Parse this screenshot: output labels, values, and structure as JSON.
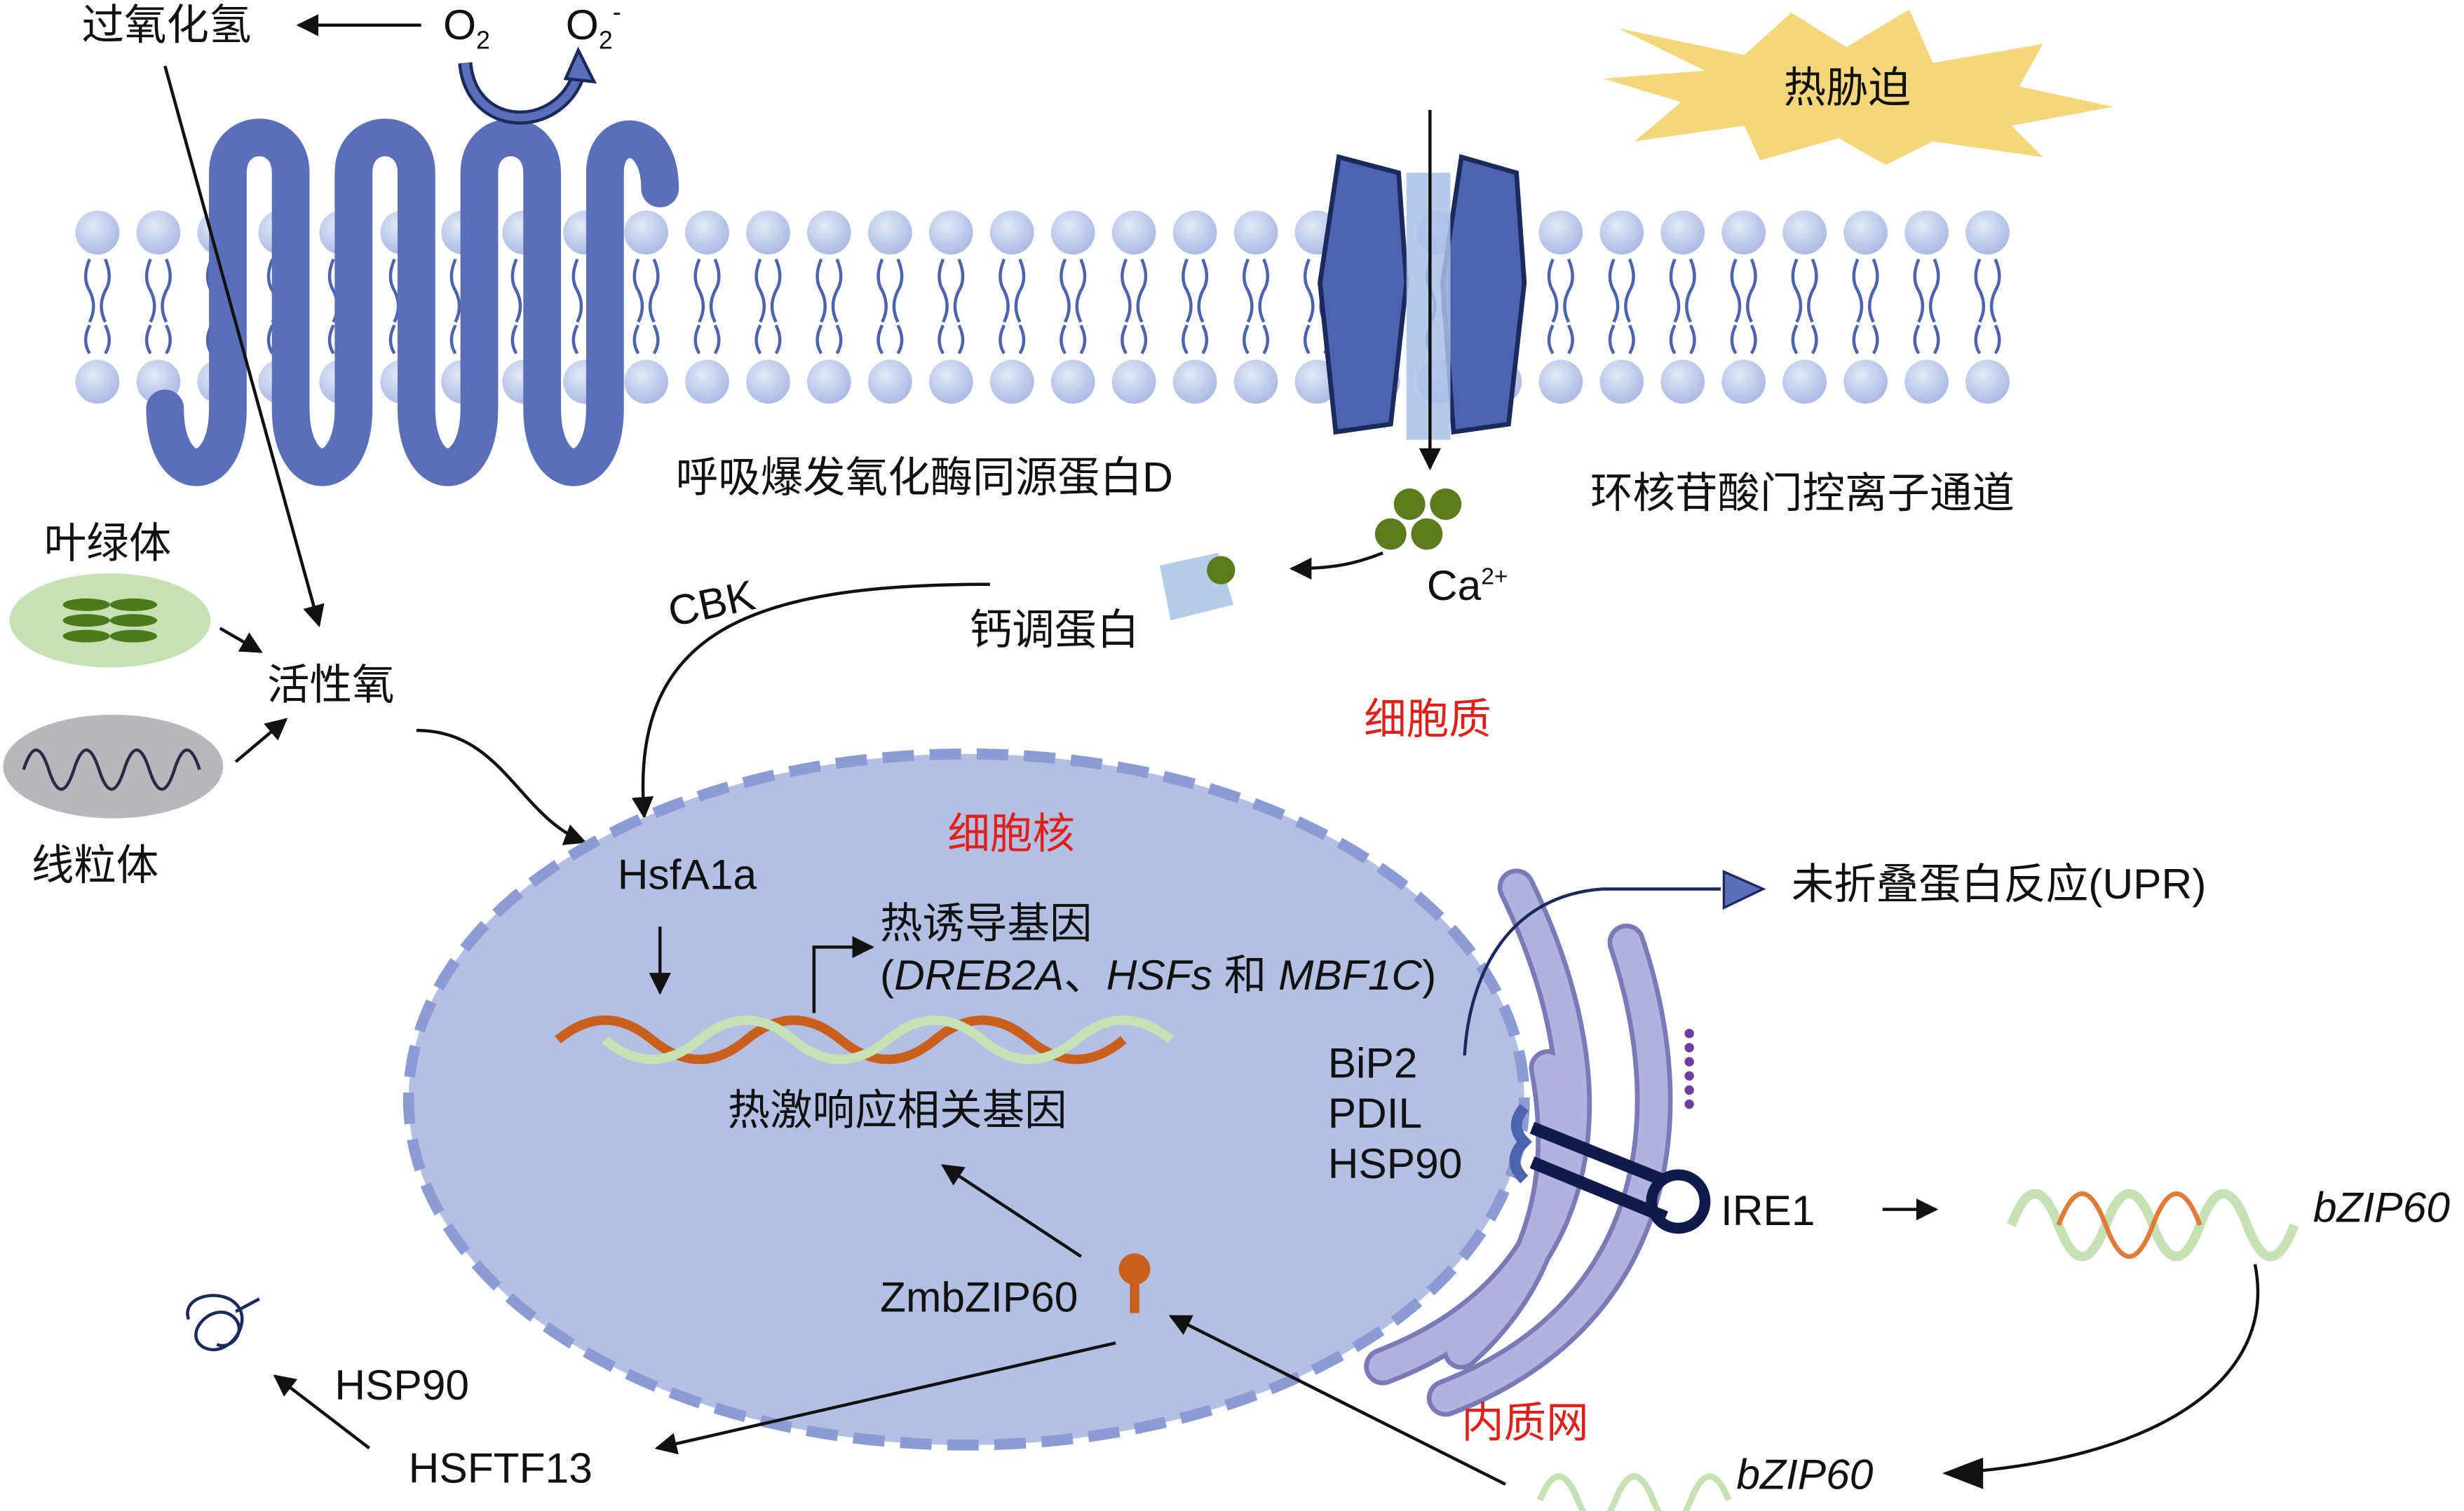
{
  "labels": {
    "h2o2": "过氧化氢",
    "o2": "O",
    "o2_sub": "2",
    "o2minus": "O",
    "o2minus_sub": "2",
    "o2minus_sup": "-",
    "heat_stress": "热胁迫",
    "rboh": "呼吸爆发氧化酶同源蛋白D",
    "cngc": "环核苷酸门控离子通道",
    "chloroplast": "叶绿体",
    "ros": "活性氧",
    "mitochondria": "线粒体",
    "cbk": "CBK",
    "calmodulin": "钙调蛋白",
    "ca": "Ca",
    "ca_sup": "2+",
    "cytoplasm": "细胞质",
    "nucleus": "细胞核",
    "hsfa1a": "HsfA1a",
    "heat_induced_genes": "热诱导基因",
    "gene_list_open": "(",
    "gene_dreb": "DREB2A",
    "gene_sep": "、",
    "gene_hsfs": "HSFs",
    "gene_and": " 和 ",
    "gene_mbf": "MBF1C",
    "gene_list_close": ")",
    "heat_response_genes": "热激响应相关基因",
    "upr": "未折叠蛋白反应(UPR)",
    "bip2": "BiP2",
    "pdil": "PDIL",
    "hsp90_er": "HSP90",
    "ire1": "IRE1",
    "bzip60_spliced": "bZIP60",
    "bzip60_unspliced": "bZIP60",
    "zmbzip60": "ZmbZIP60",
    "hsp90": "HSP90",
    "hsftf13": "HSFTF13",
    "er": "内质网"
  },
  "colors": {
    "membrane": "#5b6fb8",
    "lipid_head": "#b9c6ea",
    "nucleus_fill": "#b4bfe3",
    "er": "#a8a6d6",
    "sun": "#f4d77b",
    "red_label": "#e0201b",
    "calcium": "#5d7a1f"
  }
}
